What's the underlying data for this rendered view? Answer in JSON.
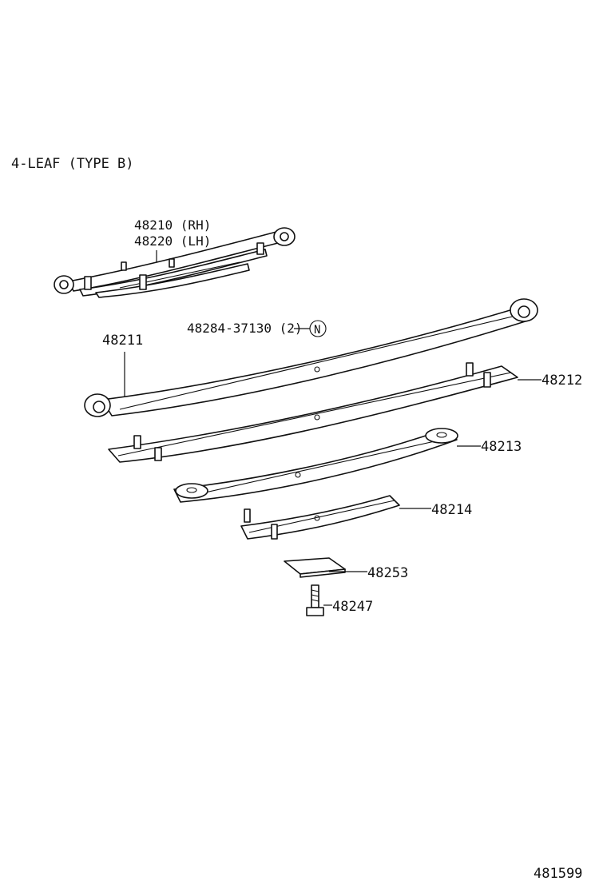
{
  "diagram": {
    "title": "4-LEAF (TYPE  B)",
    "assembly": {
      "line1": "48210 (RH)",
      "line2": "48220 (LH)"
    },
    "parts": {
      "main_leaf": "48211",
      "leaf_2": "48212",
      "leaf_3": "48213",
      "leaf_4": "48214",
      "spacer_plate": "48253",
      "center_bolt": "48247"
    },
    "liner": {
      "text": "48284-37130 (2)",
      "symbol": "N"
    },
    "figure_number": "481599"
  }
}
